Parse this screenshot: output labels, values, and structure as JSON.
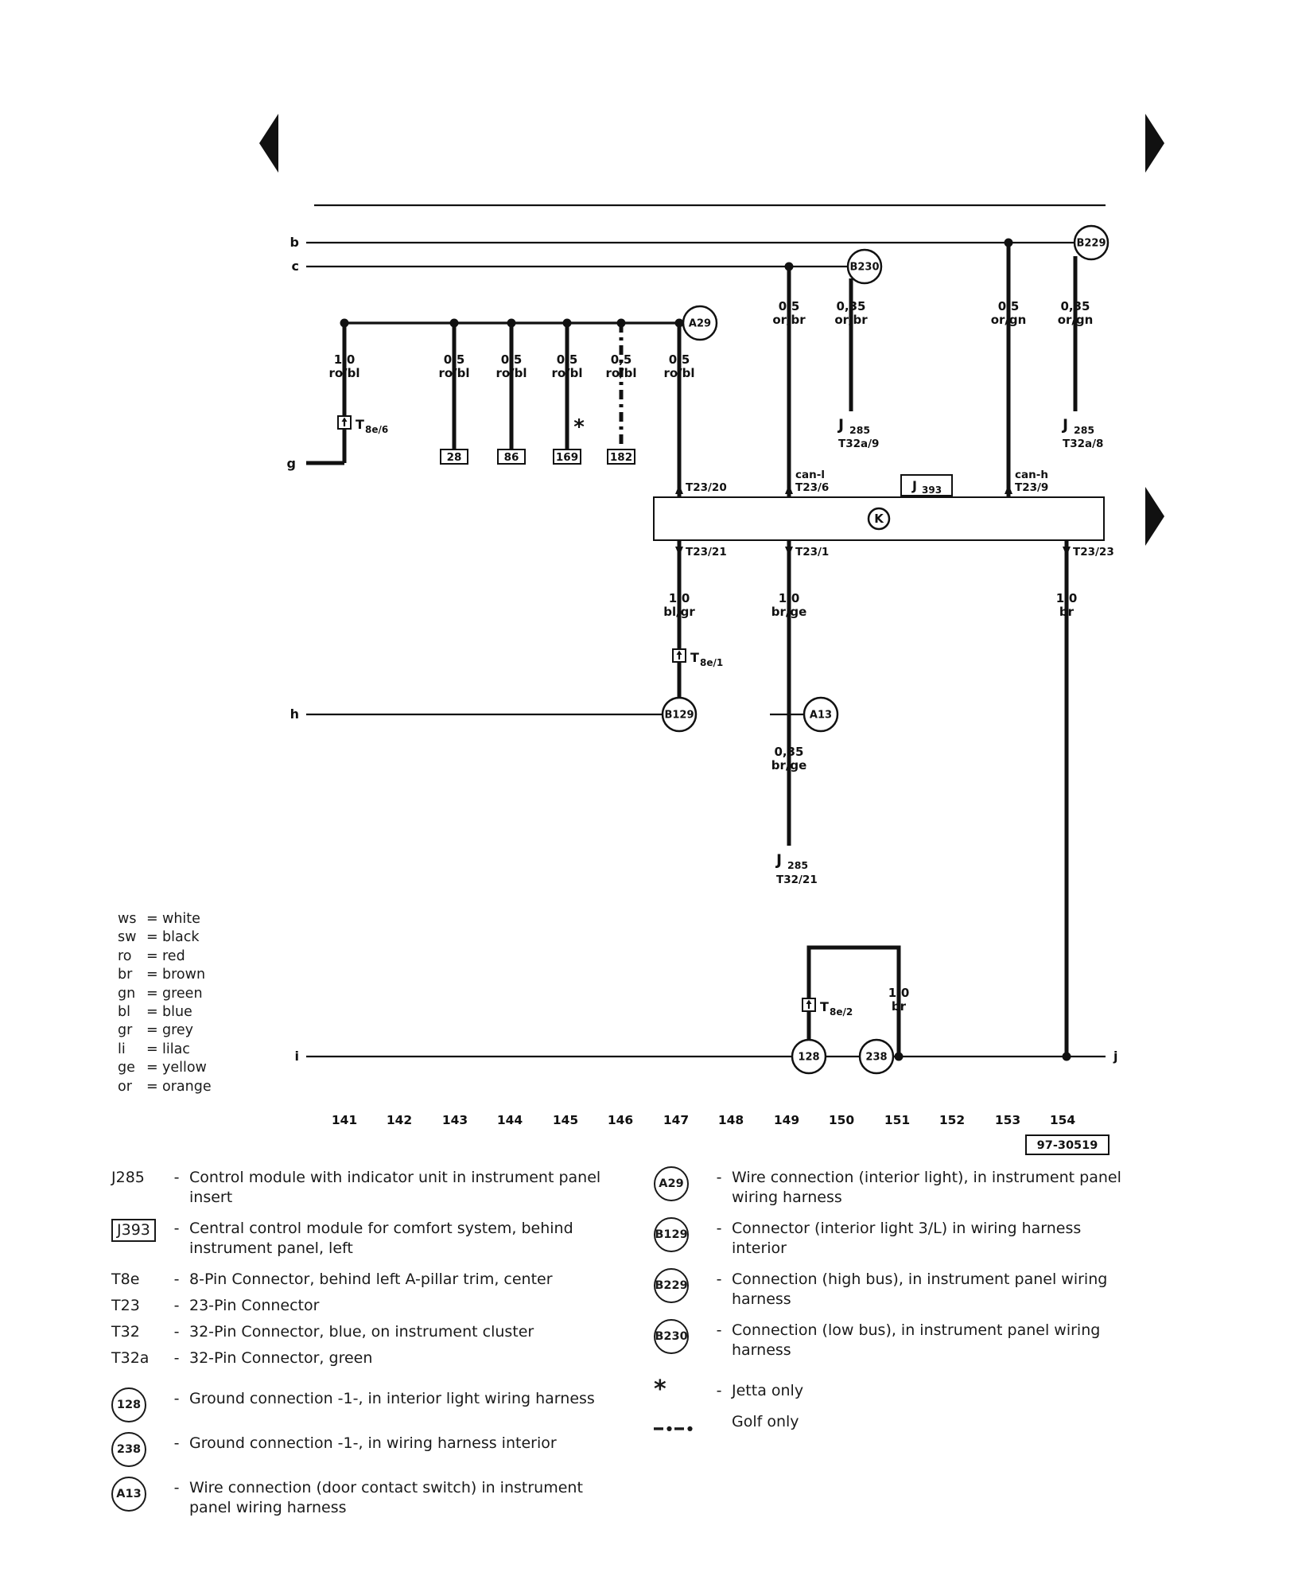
{
  "colors": {
    "ink": "#111111",
    "background": "#ffffff"
  },
  "diagram": {
    "rail_labels": {
      "b": "b",
      "c": "c",
      "g": "g",
      "h": "h",
      "i": "i",
      "j": "j"
    },
    "nodes": {
      "a29": "A29",
      "b229": "B229",
      "b230": "B230",
      "b129": "B129",
      "a13": "A13",
      "g128": "128",
      "g238": "238"
    },
    "terminals": [
      "28",
      "86",
      "169",
      "182"
    ],
    "connectors": {
      "t8e6": {
        "name": "T",
        "sub": "8e/6"
      },
      "t8e1": {
        "name": "T",
        "sub": "8e/1"
      },
      "t8e2": {
        "name": "T",
        "sub": "8e/2"
      }
    },
    "j393_box": {
      "name": "J",
      "sub": "393",
      "symbol": "K"
    },
    "j285_t32a9": {
      "name": "J",
      "sub": "285",
      "pin": "T32a/9"
    },
    "j285_t32a8": {
      "name": "J",
      "sub": "285",
      "pin": "T32a/8"
    },
    "j285_t3221": {
      "name": "J",
      "sub": "285",
      "pin": "T32/21"
    },
    "pins": {
      "t23_20": "T23/20",
      "can_l": "can-l",
      "t23_6": "T23/6",
      "can_h": "can-h",
      "t23_9": "T23/9",
      "t23_21": "T23/21",
      "t23_1": "T23/1",
      "t23_23": "T23/23"
    },
    "wires": {
      "w1": {
        "size": "1,0",
        "color": "ro/bl"
      },
      "w2": {
        "size": "0,5",
        "color": "ro/bl"
      },
      "w3": {
        "size": "0,5",
        "color": "ro/bl"
      },
      "w4": {
        "size": "0,5",
        "color": "ro/bl"
      },
      "w5": {
        "size": "0,5",
        "color": "ro/bl"
      },
      "w6": {
        "size": "0,5",
        "color": "ro/bl"
      },
      "w7": {
        "size": "0,5",
        "color": "or/br"
      },
      "w8": {
        "size": "0,35",
        "color": "or/br"
      },
      "w9": {
        "size": "0,5",
        "color": "or/gn"
      },
      "w10": {
        "size": "0,35",
        "color": "or/gn"
      },
      "w11": {
        "size": "1,0",
        "color": "bl/gr"
      },
      "w12": {
        "size": "1,0",
        "color": "br/ge"
      },
      "w13": {
        "size": "0,35",
        "color": "br/ge"
      },
      "w14": {
        "size": "1,0",
        "color": "br"
      },
      "w15": {
        "size": "1,0",
        "color": "br"
      }
    },
    "star": "*",
    "ruler": [
      "141",
      "142",
      "143",
      "144",
      "145",
      "146",
      "147",
      "148",
      "149",
      "150",
      "151",
      "152",
      "153",
      "154"
    ],
    "ref_number": "97-30519"
  },
  "color_legend": {
    "eq": "=",
    "rows": [
      {
        "abbr": "ws",
        "name": "white"
      },
      {
        "abbr": "sw",
        "name": "black"
      },
      {
        "abbr": "ro",
        "name": "red"
      },
      {
        "abbr": "br",
        "name": "brown"
      },
      {
        "abbr": "gn",
        "name": "green"
      },
      {
        "abbr": "bl",
        "name": "blue"
      },
      {
        "abbr": "gr",
        "name": "grey"
      },
      {
        "abbr": "li",
        "name": "lilac"
      },
      {
        "abbr": "ge",
        "name": "yellow"
      },
      {
        "abbr": "or",
        "name": "orange"
      }
    ]
  },
  "legend": {
    "dash": "-",
    "left": [
      {
        "term": "J285",
        "desc": "Control module with indicator unit in instrument panel insert"
      },
      {
        "term": "J393",
        "desc": "Central control module for comfort system, behind instrument panel, left"
      },
      {
        "term": "T8e",
        "desc": "8-Pin Connector, behind left A-pillar trim, center"
      },
      {
        "term": "T23",
        "desc": "23-Pin Connector"
      },
      {
        "term": "T32",
        "desc": "32-Pin Connector, blue, on instrument cluster"
      },
      {
        "term": "T32a",
        "desc": "32-Pin Connector, green"
      },
      {
        "term": "128",
        "desc": "Ground connection -1-, in interior light wiring harness"
      },
      {
        "term": "238",
        "desc": "Ground connection -1-, in wiring harness interior"
      },
      {
        "term": "A13",
        "desc": "Wire connection (door contact switch) in instrument panel wiring harness"
      }
    ],
    "right": [
      {
        "term": "A29",
        "desc": "Wire connection (interior light), in instrument panel wiring harness"
      },
      {
        "term": "B129",
        "desc": "Connector (interior light 3/L) in wiring harness interior"
      },
      {
        "term": "B229",
        "desc": "Connection (high bus), in instrument panel wiring harness"
      },
      {
        "term": "B230",
        "desc": "Connection (low bus), in instrument panel wiring harness"
      }
    ],
    "star_term": "*",
    "star_desc": "Jetta only",
    "golf_desc": "Golf only"
  }
}
